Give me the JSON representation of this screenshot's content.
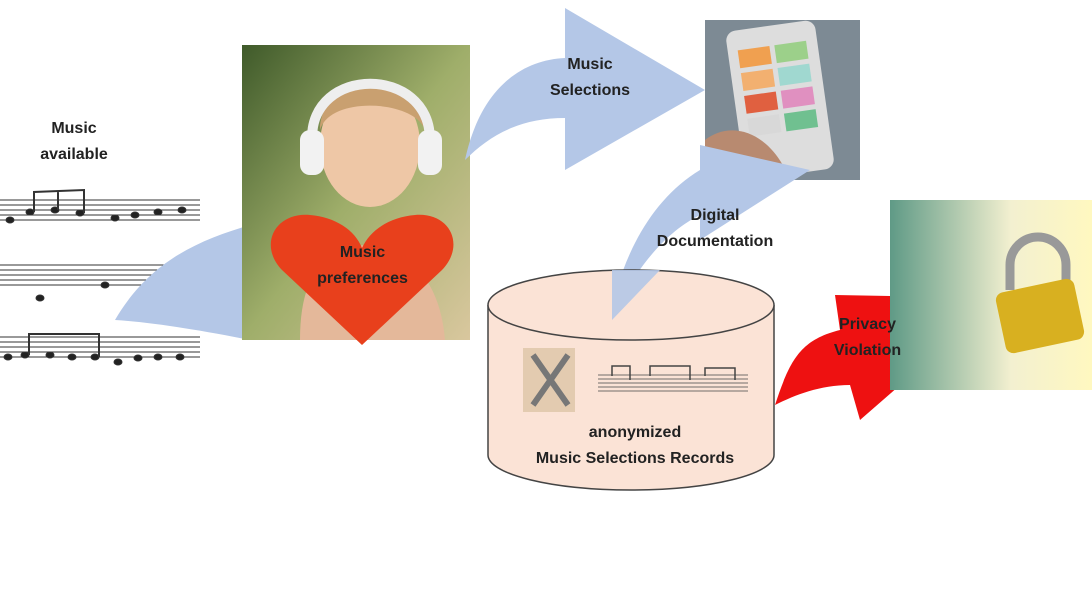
{
  "labels": {
    "music_available": [
      "Music",
      "available"
    ],
    "music_preferences": [
      "Music",
      "preferences"
    ],
    "music_selections": [
      "Music",
      "Selections"
    ],
    "digital_documentation": [
      "Digital",
      "Documentation"
    ],
    "privacy_violation": [
      "Privacy",
      "Violation"
    ],
    "records": [
      "anonymized",
      "Music Selections Records"
    ]
  },
  "colors": {
    "arrow_blue": "#b4c7e7",
    "heart_red": "#e8401c",
    "violation_red": "#ee1111",
    "cylinder_fill": "#fbe3d6"
  }
}
